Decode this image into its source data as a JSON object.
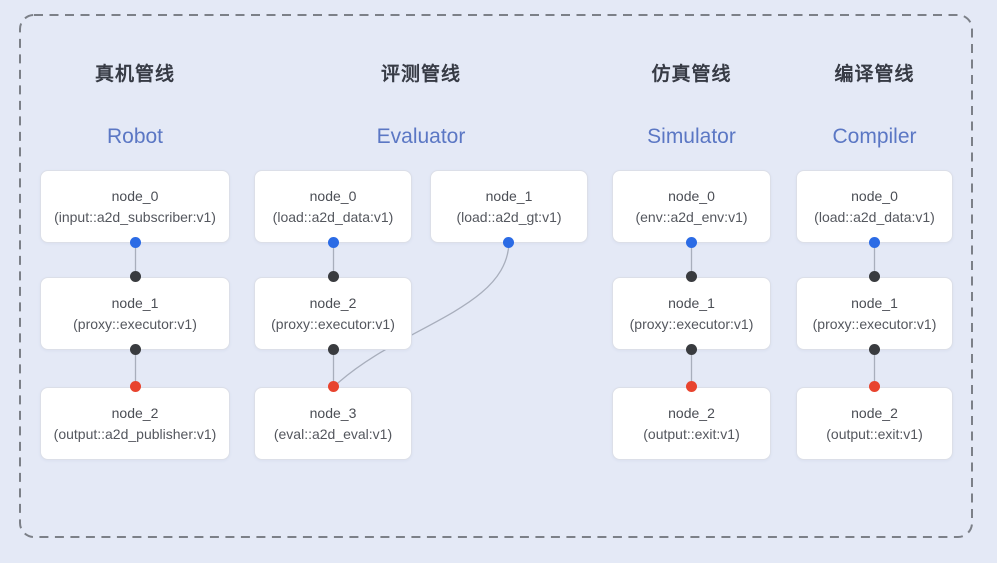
{
  "diagram": {
    "kind": "pipeline-graph",
    "pipelines": [
      {
        "id": "robot",
        "title_zh": "真机管线",
        "title_en": "Robot",
        "nodes": [
          {
            "name": "node_0",
            "type": "(input::a2d_subscriber:v1)"
          },
          {
            "name": "node_1",
            "type": "(proxy::executor:v1)"
          },
          {
            "name": "node_2",
            "type": "(output::a2d_publisher:v1)"
          }
        ]
      },
      {
        "id": "evaluator",
        "title_zh": "评测管线",
        "title_en": "Evaluator",
        "nodes": [
          {
            "name": "node_0",
            "type": "(load::a2d_data:v1)"
          },
          {
            "name": "node_1",
            "type": "(load::a2d_gt:v1)"
          },
          {
            "name": "node_2",
            "type": "(proxy::executor:v1)"
          },
          {
            "name": "node_3",
            "type": "(eval::a2d_eval:v1)"
          }
        ]
      },
      {
        "id": "simulator",
        "title_zh": "仿真管线",
        "title_en": "Simulator",
        "nodes": [
          {
            "name": "node_0",
            "type": "(env::a2d_env:v1)"
          },
          {
            "name": "node_1",
            "type": "(proxy::executor:v1)"
          },
          {
            "name": "node_2",
            "type": "(output::exit:v1)"
          }
        ]
      },
      {
        "id": "compiler",
        "title_zh": "编译管线",
        "title_en": "Compiler",
        "nodes": [
          {
            "name": "node_0",
            "type": "(load::a2d_data:v1)"
          },
          {
            "name": "node_1",
            "type": "(proxy::executor:v1)"
          },
          {
            "name": "node_2",
            "type": "(output::exit:v1)"
          }
        ]
      }
    ],
    "ports": {
      "blue_dot": "output-port",
      "black_dot": "input-port",
      "red_dot": "terminal-input-port"
    },
    "colors": {
      "background": "#e4e9f6",
      "node_bg": "#ffffff",
      "node_border": "#dcdfe8",
      "text_primary": "#4b4e55",
      "text_secondary": "#54575e",
      "title_zh": "#373b45",
      "title_en": "#5b77c4",
      "dot_blue": "#2b6be5",
      "dot_black": "#393b3f",
      "dot_red": "#e8432e",
      "edge": "#a8aebc",
      "border_dash": "#7c8088"
    }
  }
}
